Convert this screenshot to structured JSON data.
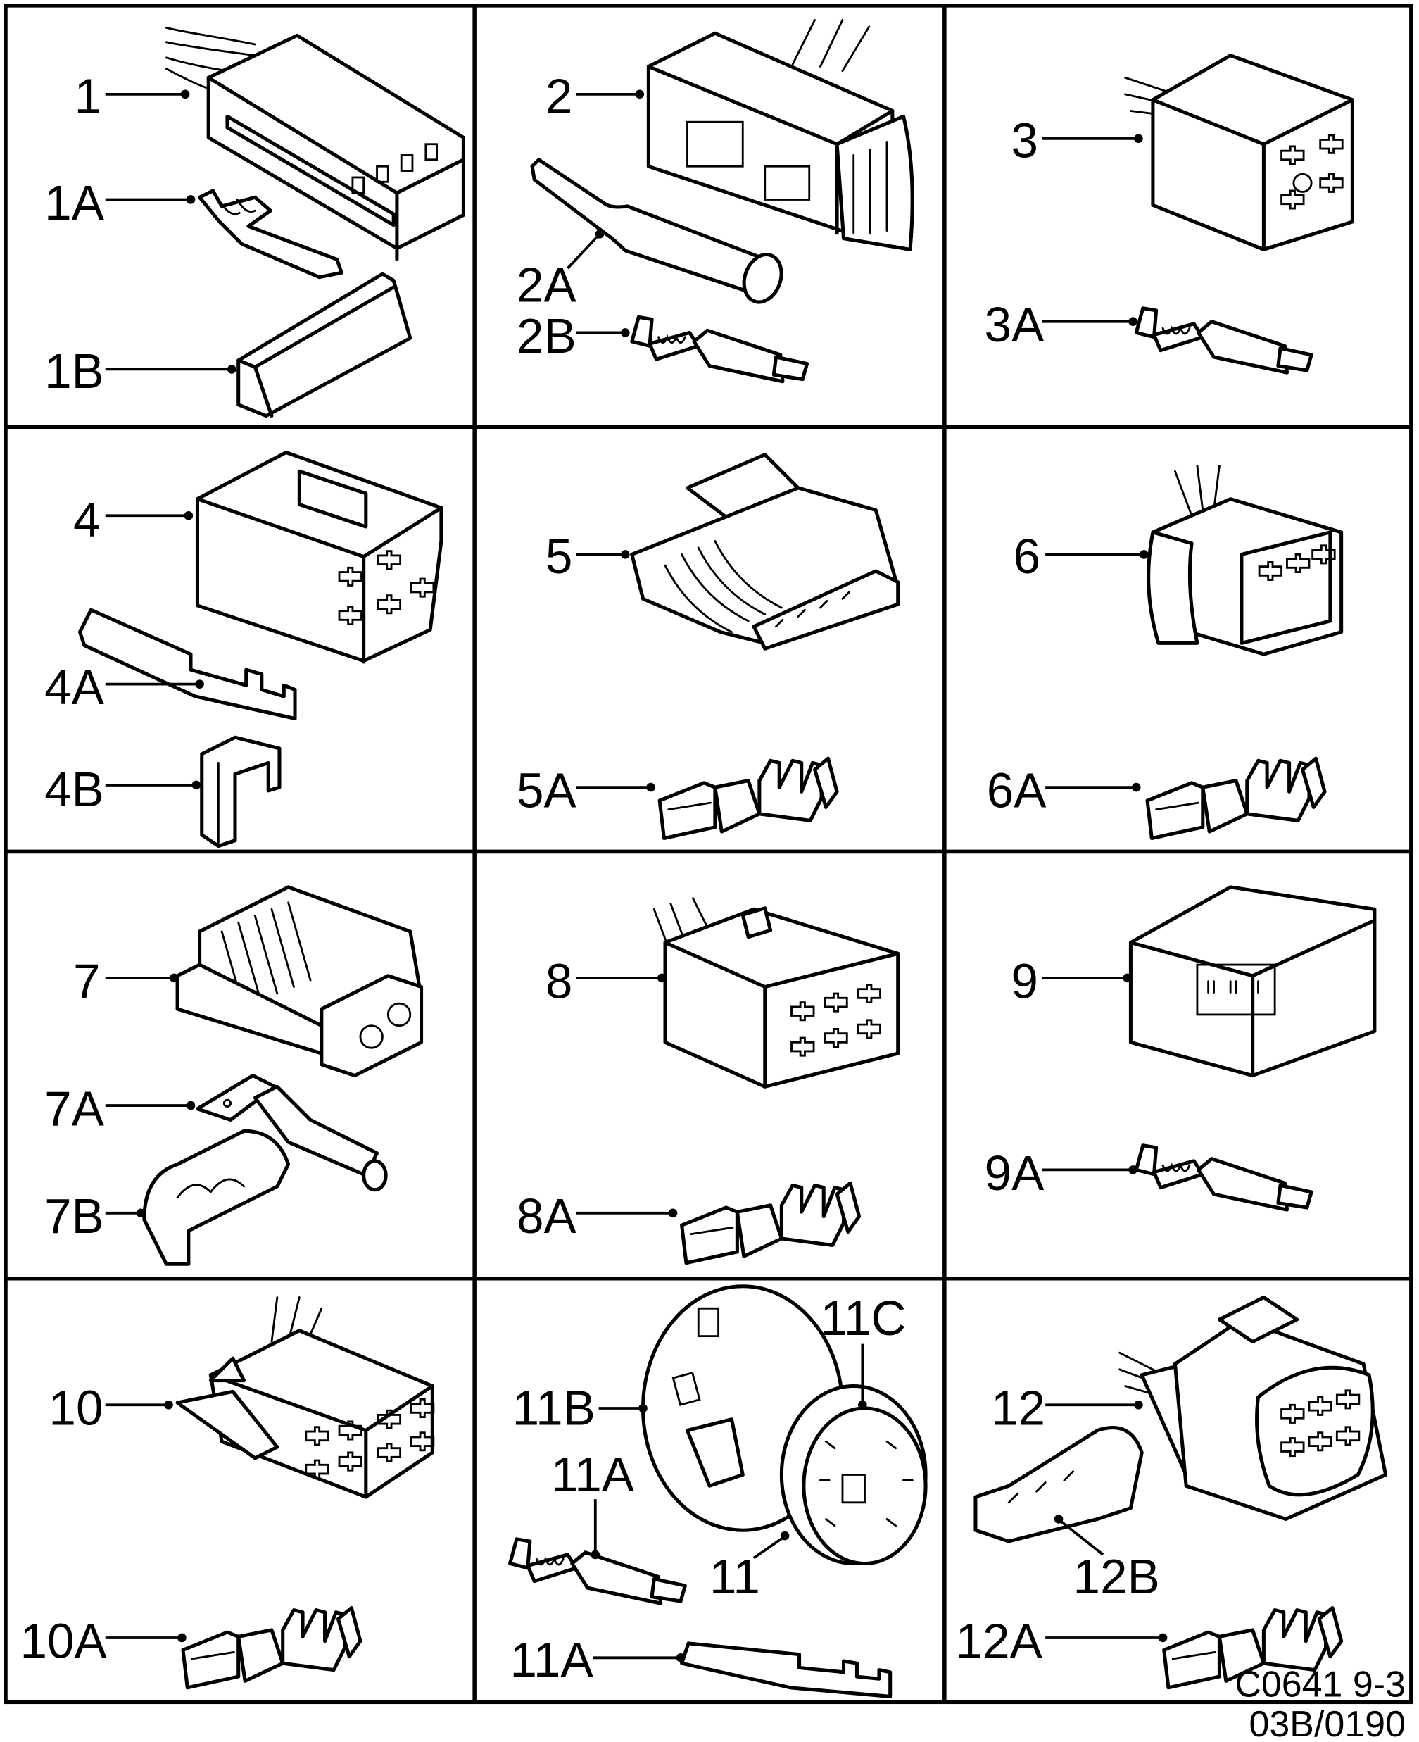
{
  "labels": {
    "c1": "1",
    "c1a": "1A",
    "c1b": "1B",
    "c2": "2",
    "c2a": "2A",
    "c2b": "2B",
    "c3": "3",
    "c3a": "3A",
    "c4": "4",
    "c4a": "4A",
    "c4b": "4B",
    "c5": "5",
    "c5a": "5A",
    "c6": "6",
    "c6a": "6A",
    "c7": "7",
    "c7a": "7A",
    "c7b": "7B",
    "c8": "8",
    "c8a": "8A",
    "c9": "9",
    "c9a": "9A",
    "c10": "10",
    "c10a": "10A",
    "c11": "11",
    "c11a_top": "11A",
    "c11a_bottom": "11A",
    "c11b": "11B",
    "c11c": "11C",
    "c12": "12",
    "c12a": "12A",
    "c12b": "12B"
  },
  "footer": {
    "figure_code": "C0641 9-3",
    "revision_code": "03B/0190"
  },
  "colors": {
    "ink": "#000000",
    "background": "#ffffff"
  }
}
